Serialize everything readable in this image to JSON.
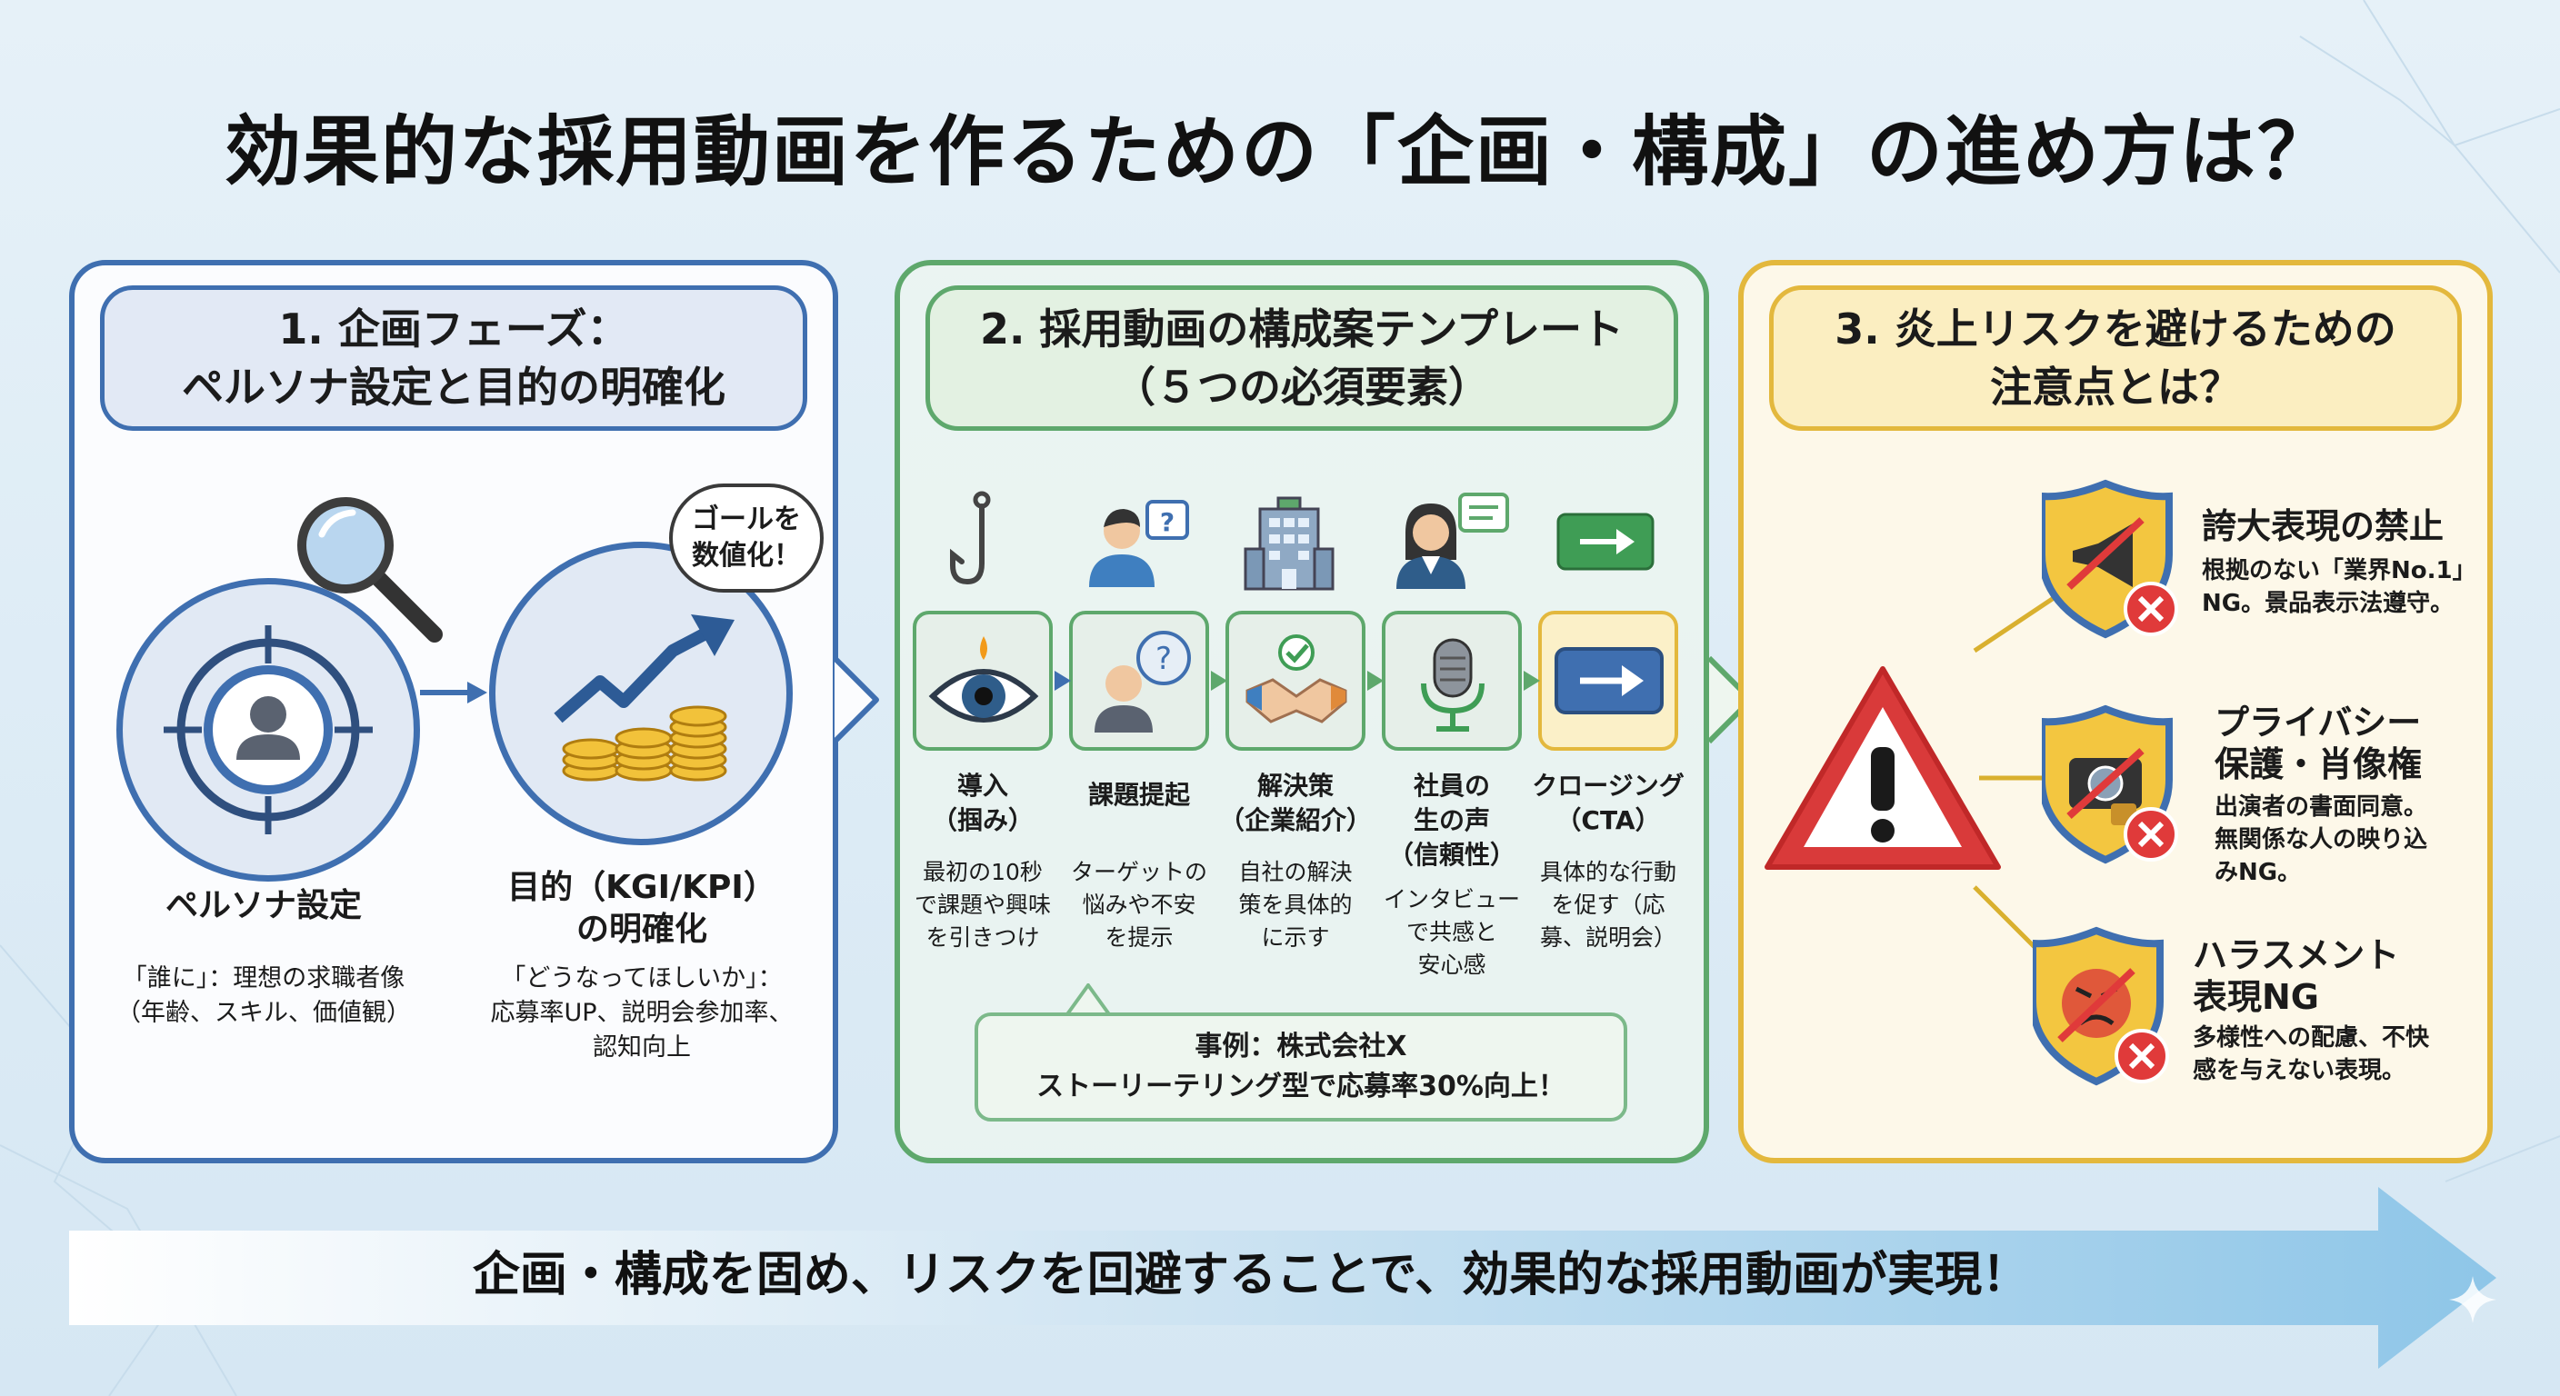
{
  "title": "効果的な採用動画を作るための「企画・構成」の進め方は？",
  "panel1": {
    "head_line1": "1. 企画フェーズ：",
    "head_line2": "ペルソナ設定と目的の明確化",
    "bubble_line1": "ゴールを",
    "bubble_line2": "数値化！",
    "persona_title": "ペルソナ設定",
    "persona_desc_line1": "「誰に」：理想の求職者像",
    "persona_desc_line2": "（年齢、スキル、価値観）",
    "goal_title_line1": "目的（KGI/KPI）",
    "goal_title_line2": "の明確化",
    "goal_desc_line1": "「どうなってほしいか」：",
    "goal_desc_line2": "応募率UP、説明会参加率、",
    "goal_desc_line3": "認知向上"
  },
  "panel2": {
    "head_line1": "2. 採用動画の構成案テンプレート",
    "head_line2": "（５つの必須要素）",
    "steps": [
      {
        "title": [
          "導入",
          "（掴み）"
        ],
        "desc": [
          "最初の10秒",
          "で課題や興味",
          "を引きつけ"
        ]
      },
      {
        "title": [
          "課題提起"
        ],
        "desc": [
          "ターゲットの",
          "悩みや不安",
          "を提示"
        ]
      },
      {
        "title": [
          "解決策",
          "（企業紹介）"
        ],
        "desc": [
          "自社の解決",
          "策を具体的",
          "に示す"
        ]
      },
      {
        "title": [
          "社員の",
          "生の声",
          "（信頼性）"
        ],
        "desc": [
          "インタビュー",
          "で共感と",
          "安心感"
        ]
      },
      {
        "title": [
          "クロージング",
          "（CTA）"
        ],
        "desc": [
          "具体的な行動",
          "を促す（応",
          "募、説明会）"
        ]
      }
    ],
    "case_line1": "事例：株式会社X",
    "case_line2": "ストーリーテリング型で応募率30%向上！"
  },
  "panel3": {
    "head_line1": "3. 炎上リスクを避けるための",
    "head_line2": "注意点とは？",
    "risks": [
      {
        "title": [
          "誇大表現の禁止"
        ],
        "desc": [
          "根拠のない「業界No.1」",
          "NG。景品表示法遵守。"
        ]
      },
      {
        "title": [
          "プライバシー",
          "保護・肖像権"
        ],
        "desc": [
          "出演者の書面同意。",
          "無関係な人の映り込",
          "みNG。"
        ]
      },
      {
        "title": [
          "ハラスメント",
          "表現NG"
        ],
        "desc": [
          "多様性への配慮、不快",
          "感を与えない表現。"
        ]
      }
    ]
  },
  "footer": "企画・構成を固め、リスクを回避することで、効果的な採用動画が実現！",
  "colors": {
    "blue": "#3f6fb0",
    "green": "#5ea86c",
    "yellow": "#e3b83d",
    "red": "#e03a3a"
  }
}
